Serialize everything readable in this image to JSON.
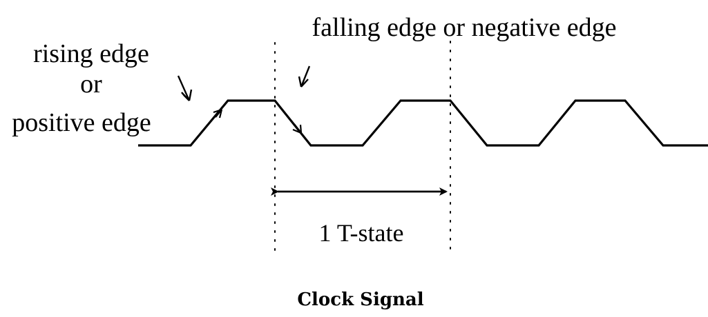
{
  "labels": {
    "rising_line1": "rising edge",
    "rising_line2": "or",
    "rising_line3": "positive edge",
    "falling": "falling edge or negative edge",
    "period": "1 T-state"
  },
  "caption": "Clock Signal",
  "colors": {
    "ink": "#000000",
    "background": "#ffffff"
  }
}
